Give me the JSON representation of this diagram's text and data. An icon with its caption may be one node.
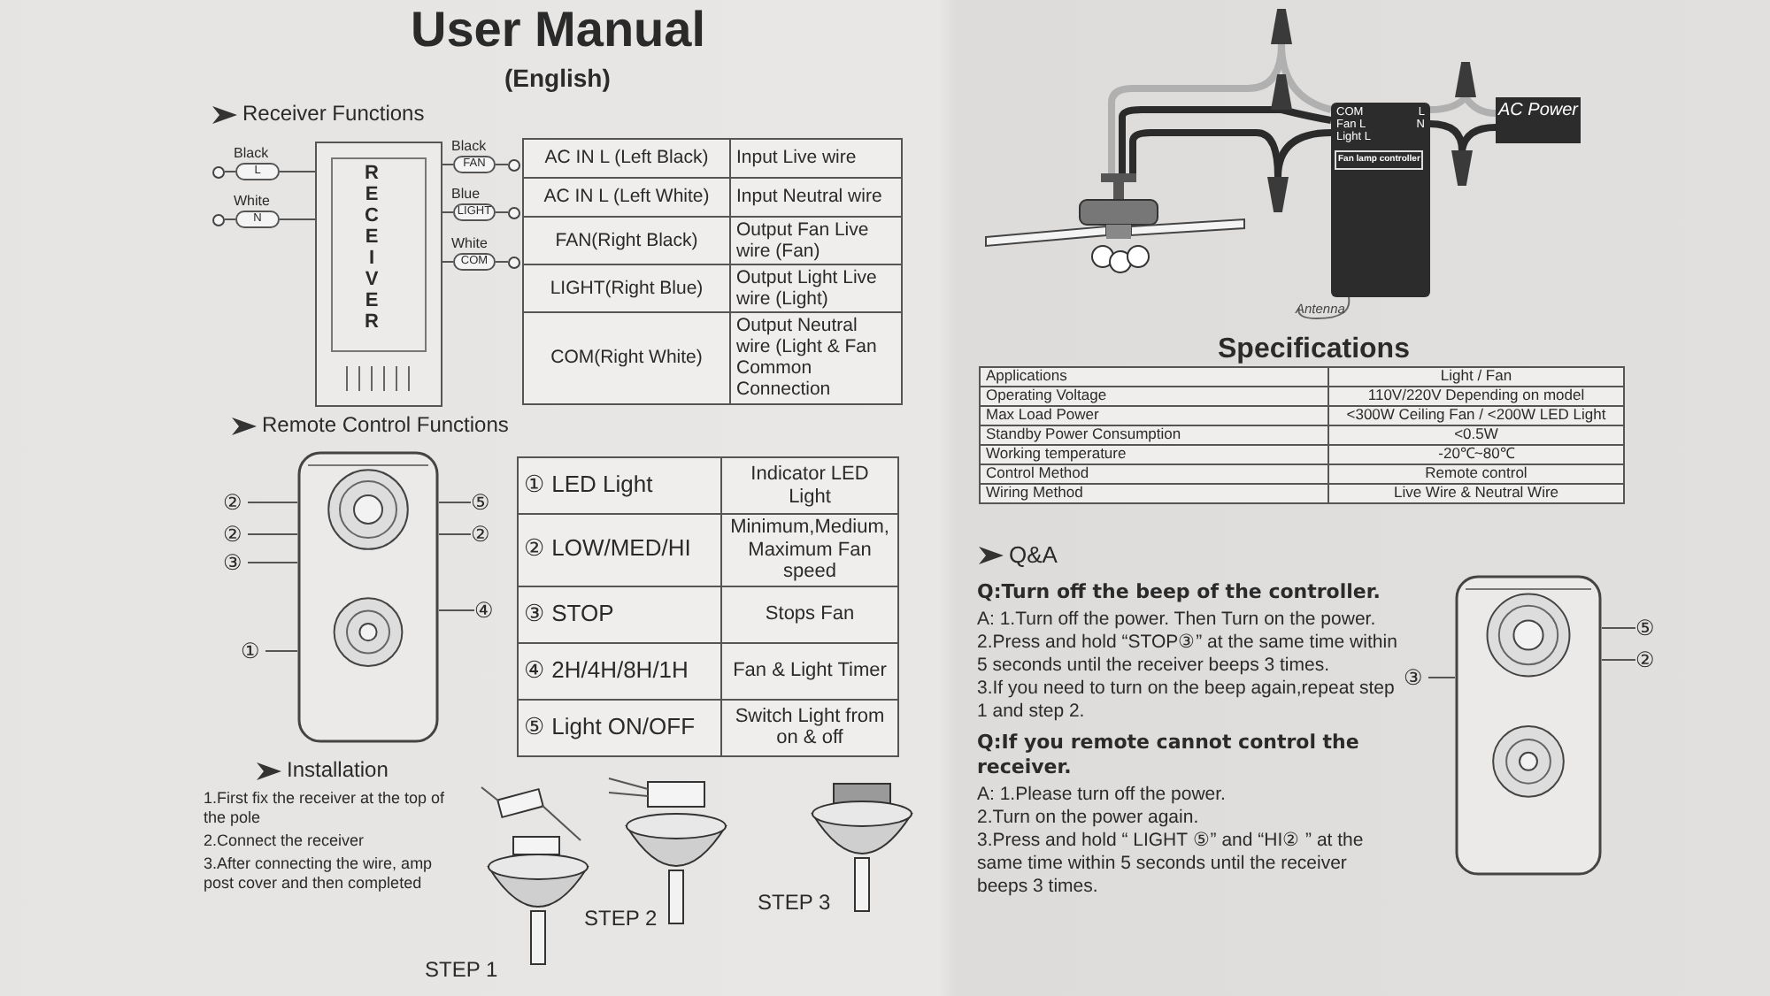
{
  "diagram": {
    "title": "User Manual",
    "nodes": [
      {
        "text": [
          "RECEIVER"
        ]
      },
      {
        "text": [
          "L"
        ],
        "beside": [
          "Black"
        ]
      },
      {
        "text": [
          "N"
        ],
        "beside": [
          "White"
        ]
      },
      {
        "text": [
          "FAN"
        ],
        "beside": [
          "Black"
        ]
      },
      {
        "text": [
          "LIGHT"
        ],
        "beside": [
          "Blue"
        ]
      },
      {
        "text": [
          "COM"
        ],
        "beside": [
          "White"
        ]
      },
      {
        "text": [],
        "shape": "circle"
      },
      {
        "text": [],
        "shape": "circle"
      },
      {
        "text": [],
        "shape": "circle"
      },
      {
        "text": [],
        "shape": "circle"
      },
      {
        "text": [],
        "shape": "circle"
      },
      {
        "text": [],
        "shape": "picture"
      },
      {
        "text": [
          "②"
        ]
      },
      {
        "text": [
          "⑤"
        ]
      },
      {
        "text": [
          "②"
        ]
      },
      {
        "text": [
          "②"
        ]
      },
      {
        "text": [
          "③"
        ]
      },
      {
        "text": [
          "④"
        ]
      },
      {
        "text": [
          "①"
        ]
      },
      {
        "text": [
          "COM",
          "Fan L",
          "Light L",
          "L",
          "N"
        ],
        "beside": [
          "Antenna"
        ]
      },
      {
        "text": [
          "Fan lamp controller"
        ],
        "in": 19
      },
      {
        "text": [
          "AC Power"
        ]
      },
      {
        "text": [],
        "shape": "picture"
      },
      {
        "text": [],
        "shape": "cone"
      },
      {
        "text": [],
        "shape": "cone"
      },
      {
        "text": [],
        "shape": "cone"
      },
      {
        "text": [],
        "shape": "cone"
      },
      {
        "text": [],
        "shape": "cone"
      },
      {
        "text": [],
        "shape": "picture"
      },
      {
        "text": [
          "⑤"
        ]
      },
      {
        "text": [
          "②"
        ]
      },
      {
        "text": [
          "③"
        ]
      }
    ],
    "edges": [
      {
        "from": 6,
        "to": 1,
        "arrow": "none"
      },
      {
        "from": 1,
        "to": 0,
        "arrow": "none"
      },
      {
        "from": 7,
        "to": 2,
        "arrow": "none"
      },
      {
        "from": 2,
        "to": 0,
        "arrow": "none"
      },
      {
        "from": 0,
        "to": 3,
        "arrow": "none"
      },
      {
        "from": 3,
        "to": 8,
        "arrow": "none"
      },
      {
        "from": 0,
        "to": 4,
        "arrow": "none"
      },
      {
        "from": 4,
        "to": 9,
        "arrow": "none"
      },
      {
        "from": 0,
        "to": 5,
        "arrow": "none"
      },
      {
        "from": 5,
        "to": 10,
        "arrow": "none"
      },
      {
        "from": 12,
        "to": 11,
        "arrow": "none"
      },
      {
        "from": 13,
        "to": 11,
        "arrow": "none"
      },
      {
        "from": 14,
        "to": 11,
        "arrow": "none"
      },
      {
        "from": 15,
        "to": 11,
        "arrow": "none"
      },
      {
        "from": 16,
        "to": 11,
        "arrow": "none"
      },
      {
        "from": 17,
        "to": 11,
        "arrow": "none"
      },
      {
        "from": 18,
        "to": 11,
        "arrow": "none"
      },
      {
        "from": 22,
        "to": 23,
        "arrow": "none",
        "style": "thick",
        "color": "#b0b0b0"
      },
      {
        "from": 23,
        "to": 19,
        "arrow": "none",
        "style": "thick",
        "color": "#b0b0b0"
      },
      {
        "from": 22,
        "to": 24,
        "arrow": "none",
        "style": "thick"
      },
      {
        "from": 24,
        "to": 19,
        "arrow": "none",
        "style": "thick"
      },
      {
        "from": 22,
        "to": 25,
        "arrow": "none",
        "style": "thick"
      },
      {
        "from": 25,
        "to": 19,
        "arrow": "none",
        "style": "thick"
      },
      {
        "from": 19,
        "to": 26,
        "arrow": "none",
        "style": "thick",
        "color": "#b0b0b0"
      },
      {
        "from": 26,
        "to": 21,
        "arrow": "none",
        "style": "thick",
        "color": "#b0b0b0"
      },
      {
        "from": 19,
        "to": 27,
        "arrow": "none",
        "style": "thick"
      },
      {
        "from": 27,
        "to": 21,
        "arrow": "none",
        "style": "thick"
      },
      {
        "from": 29,
        "to": 28,
        "arrow": "none"
      },
      {
        "from": 30,
        "to": 28,
        "arrow": "none"
      },
      {
        "from": 31,
        "to": 28,
        "arrow": "none"
      }
    ],
    "labels": [
      "(English)",
      "Receiver Functions",
      "AC IN L (Left Black)",
      "Input Live wire",
      "AC IN L (Left White)",
      "Input Neutral wire",
      "FAN(Right Black)",
      "Output Fan Live wire (Fan)",
      "LIGHT(Right Blue)",
      "Output Light Live wire (Light)",
      "COM(Right White)",
      "Output Neutral wire (Light & Fan Common Connection",
      "Remote Control Functions",
      "① LED Light",
      "Indicator LED Light",
      "② LOW/MED/HI",
      "Minimum,Medium, Maximum Fan speed",
      "③ STOP",
      "Stops Fan",
      "④ 2H/4H/8H/1H",
      "Fan & Light Timer",
      "⑤ Light ON/OFF",
      "Switch Light from on & off",
      "Installation",
      "1.First fix the receiver at the top of the pole",
      "2.Connect the receiver",
      "3.After connecting the wire, amp post cover and then completed",
      "STEP 1",
      "STEP 2",
      "STEP 3",
      "Specifications",
      "Applications",
      "Light / Fan",
      "Operating Voltage",
      "110V/220V Depending on model",
      "Max Load Power",
      "<300W Ceiling Fan / <200W LED Light",
      "Standby Power Consumption",
      "<0.5W",
      "Working temperature",
      "-20℃~80℃",
      "Control Method",
      "Remote control",
      "Wiring Method",
      "Live Wire & Neutral Wire",
      "Q&A",
      "Q:Turn off the beep of the controller.",
      "A: 1.Turn off the power. Then Turn on the power.",
      "2.Press and hold “STOP③” at the same time within 5 seconds until the receiver beeps 3 times.",
      "3.If you need to turn on the beep again,repeat step 1 and step 2.",
      "Q:If you remote cannot control the receiver.",
      "A: 1.Please turn off the power.",
      "2.Turn on the power again.",
      "3.Press and hold “ LIGHT ⑤” and “HI② ” at the same time within 5 seconds until the receiver beeps 3 times."
    ]
  }
}
